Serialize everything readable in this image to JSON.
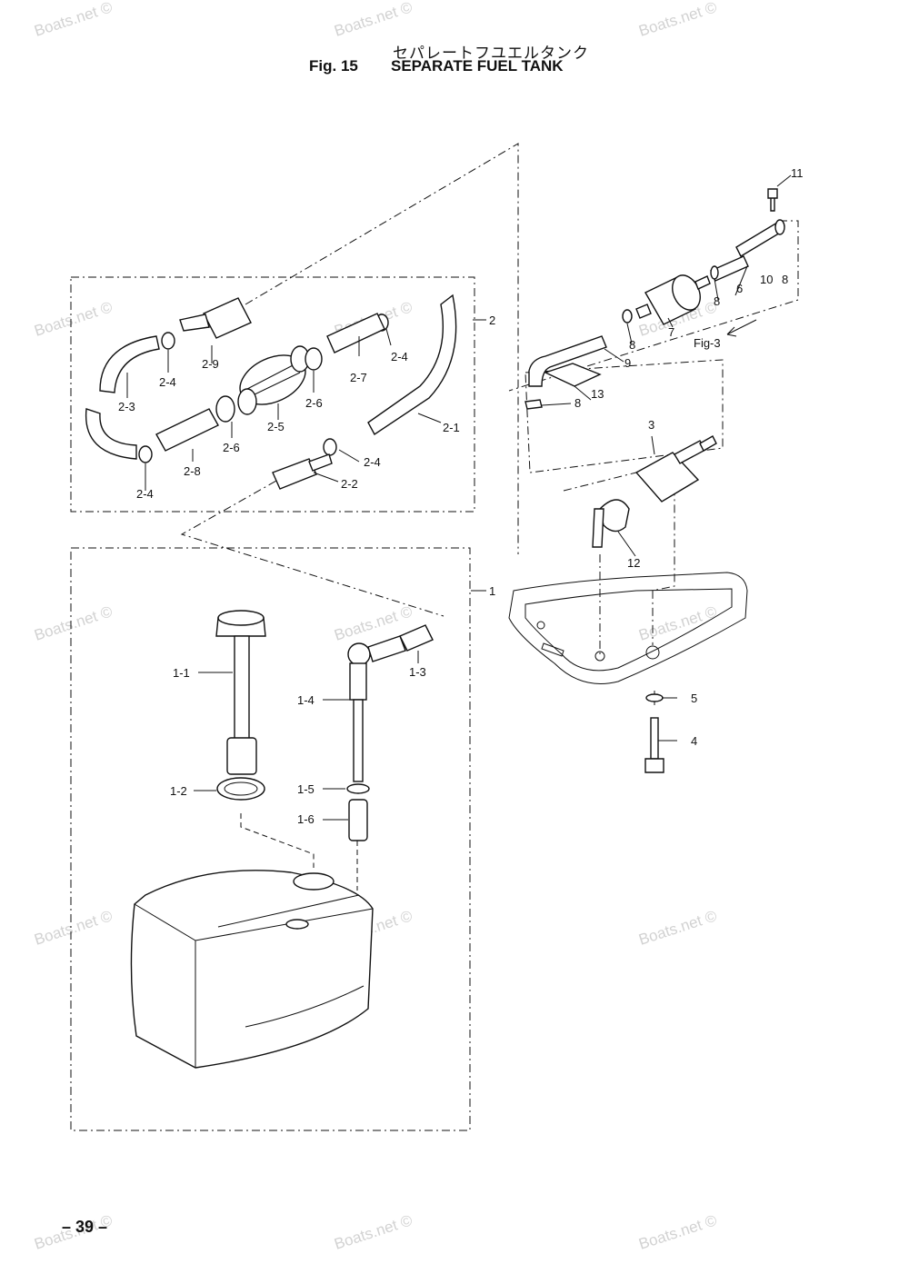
{
  "title": {
    "japanese": "セパレートフユエルタンク",
    "figure": "Fig. 15",
    "name": "SEPARATE FUEL TANK"
  },
  "page_number": "– 39 –",
  "watermark": "Boats.net ©",
  "callouts": {
    "c_11": "11",
    "c_8a": "8",
    "c_10": "10",
    "c_6": "6",
    "c_8b": "8",
    "c_8c": "8",
    "c_7": "7",
    "c_fig3": "Fig-3",
    "c_9": "9",
    "c_13": "13",
    "c_8d": "8",
    "c_3": "3",
    "c_12": "12",
    "c_5": "5",
    "c_4": "4",
    "c_2": "2",
    "c_2_9": "2-9",
    "c_2_4a": "2-4",
    "c_2_4b": "2-4",
    "c_2_4c": "2-4",
    "c_2_4d": "2-4",
    "c_2_3": "2-3",
    "c_2_5": "2-5",
    "c_2_6a": "2-6",
    "c_2_6b": "2-6",
    "c_2_7": "2-7",
    "c_2_8": "2-8",
    "c_2_1": "2-1",
    "c_2_2": "2-2",
    "c_1": "1",
    "c_1_1": "1-1",
    "c_1_2": "1-2",
    "c_1_3": "1-3",
    "c_1_4": "1-4",
    "c_1_5": "1-5",
    "c_1_6": "1-6"
  }
}
